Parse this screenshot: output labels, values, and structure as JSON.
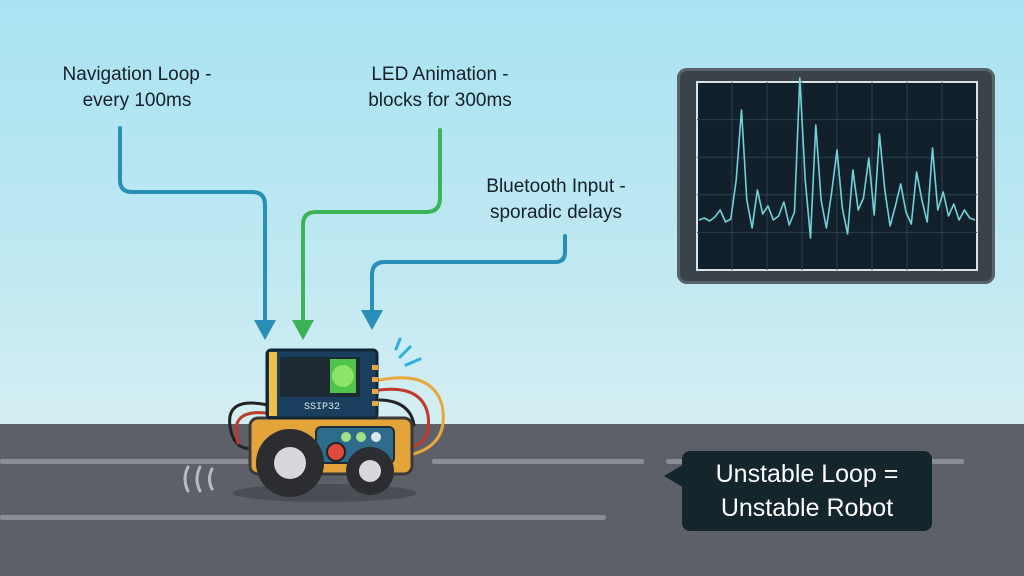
{
  "labels": {
    "navigation": {
      "line1": "Navigation Loop -",
      "line2": "every 100ms"
    },
    "led": {
      "line1": "LED Animation -",
      "line2": "blocks for 300ms"
    },
    "bluetooth": {
      "line1": "Bluetooth Input -",
      "line2": "sporadic delays"
    }
  },
  "board": {
    "chip_label": "SSIP32"
  },
  "callout": {
    "line1": "Unstable Loop =",
    "line2": "Unstable Robot"
  },
  "colors": {
    "navigation_arrow": "#2a8fb8",
    "led_arrow": "#3db357",
    "bluetooth_arrow": "#2a8fb8",
    "signal_trace": "#6fd3d8",
    "callout_bg": "#14252c"
  },
  "icons": [
    "motion-lines-icon",
    "activity-burst-icon"
  ]
}
